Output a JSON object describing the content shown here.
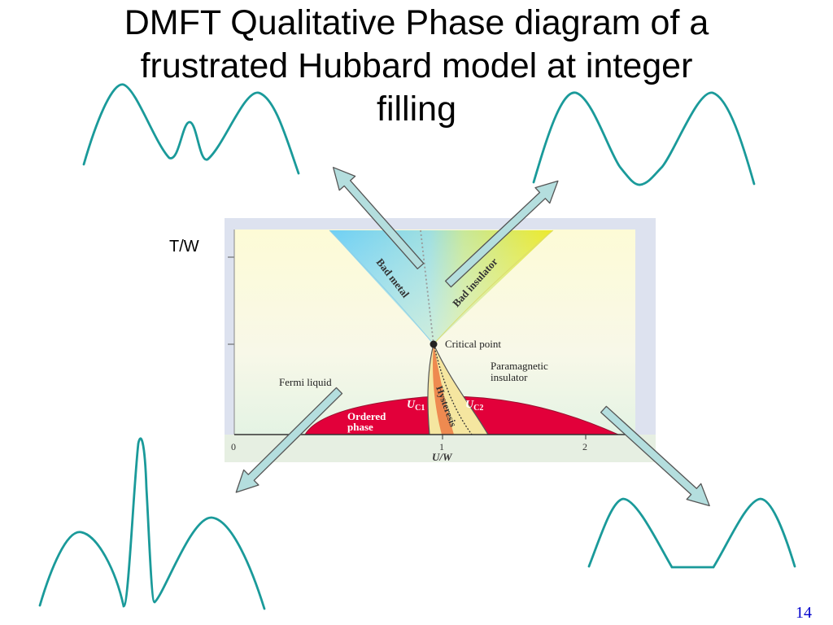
{
  "slide": {
    "title_lines": [
      "DMFT  Qualitative Phase diagram of a",
      "frustrated Hubbard model at integer",
      "filling"
    ],
    "page_number": "14"
  },
  "diagram": {
    "y_axis_label": "T/W",
    "x_axis_label": "U/W",
    "x_ticks": [
      "0",
      "1",
      "2"
    ],
    "regions": {
      "bad_metal": "Bad metal",
      "bad_insulator": "Bad insulator",
      "critical_point": "Critical point",
      "paramagnetic_line1": "Paramagnetic",
      "paramagnetic_line2": "insulator",
      "fermi_liquid": "Fermi liquid",
      "ordered_line1": "Ordered",
      "ordered_line2": "phase",
      "hysteresis": "Hysteresis",
      "uc1_main": "U",
      "uc1_sub": "C1",
      "uc2_main": "U",
      "uc2_sub": "C2"
    },
    "colors": {
      "bad_metal": "#6fd0f5",
      "bad_insulator": "#e6e82a",
      "ordered_phase": "#e2003a",
      "hysteresis_fill": "#f5e6a0",
      "hysteresis_orange": "#ee8a50",
      "curve": "#1a9a9a",
      "arrow_fill": "#b4dede",
      "page_number": "#0000cc"
    },
    "spectral_icons": [
      "three-peak-spectrum-icon",
      "two-peak-spectrum-icon",
      "quasiparticle-peak-spectrum-icon",
      "gapped-spectrum-icon"
    ]
  }
}
